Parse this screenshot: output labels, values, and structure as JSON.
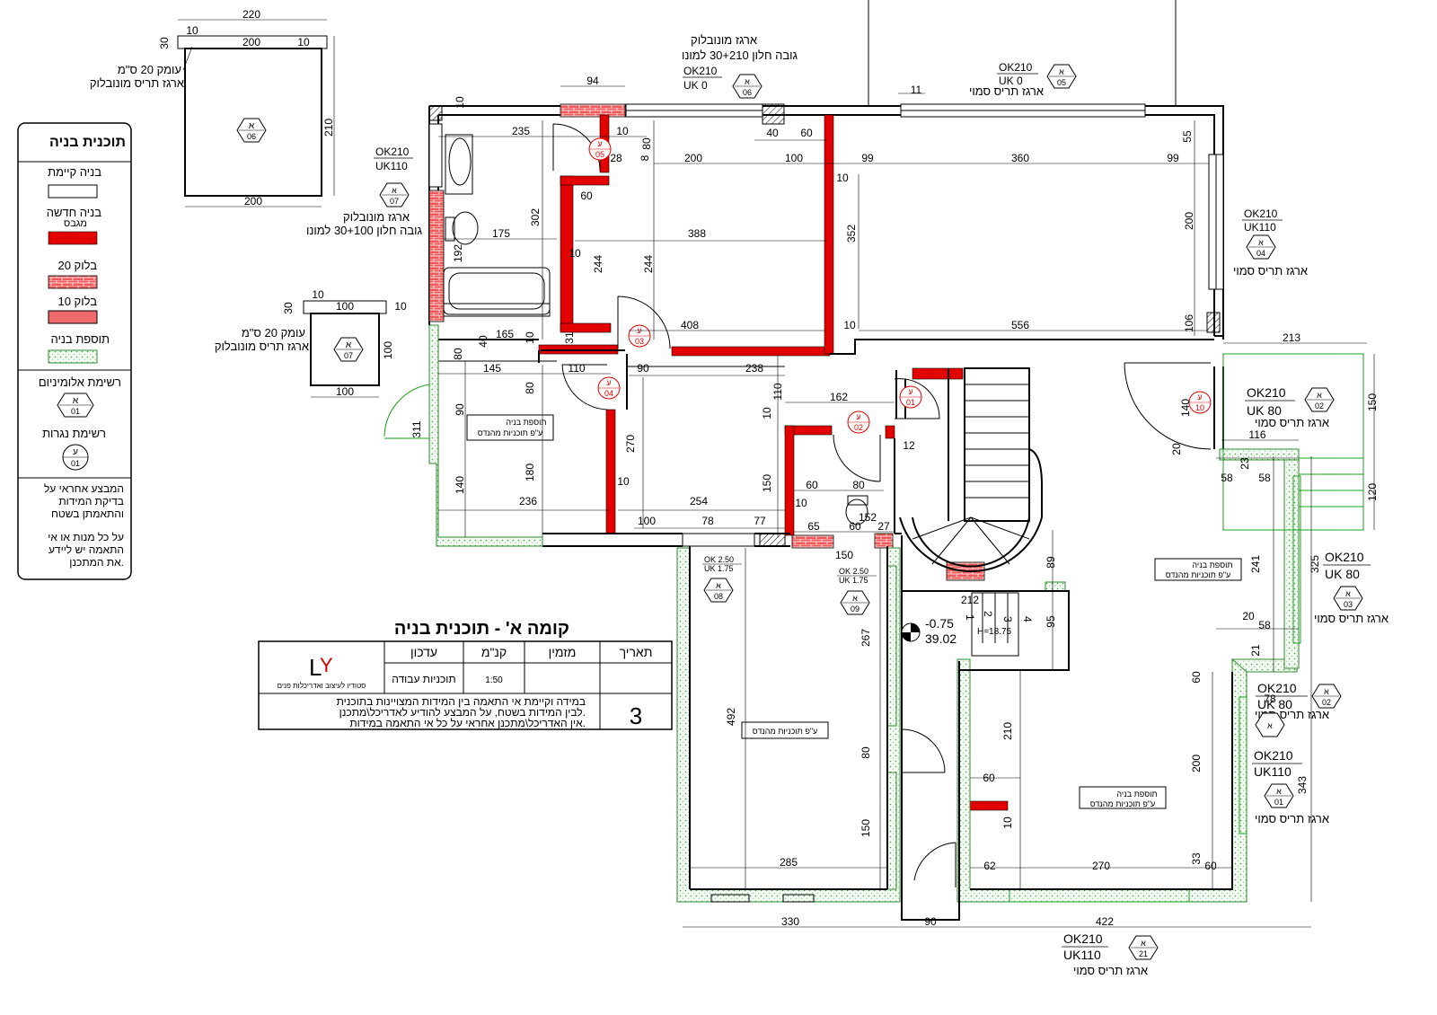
{
  "legend": {
    "title": "תוכנית בניה",
    "items": [
      {
        "label": "בניה קיימת",
        "swatch": "existing"
      },
      {
        "label": "בניה חדשה\nמגבס",
        "swatch": "new"
      },
      {
        "label": "בלוק 20",
        "swatch": "block20"
      },
      {
        "label": "בלוק 10",
        "swatch": "block10"
      },
      {
        "label": "תוספת בניה",
        "swatch": "addition"
      }
    ],
    "aluminum_list": "רשימת אלומיניום",
    "aluminum_tag": {
      "a": "א",
      "b": "01"
    },
    "carpentry_list": "רשימת נגרות",
    "carpentry_tag": {
      "a": "ע",
      "b": "01"
    },
    "note1": [
      "המבצע אחראי על",
      "בדיקת המידות",
      "והתאמתן בשטח"
    ],
    "note2": [
      "על כל מנות או אי",
      "התאמה יש ליידע",
      "את המתכנן."
    ]
  },
  "title_block": {
    "heading": "קומה א' - תוכנית בניה",
    "headers": [
      "תאריך",
      "מזמין",
      "קנ\"מ",
      "עדכון"
    ],
    "row": {
      "scale": "1:50",
      "update": "תוכניות עבודה"
    },
    "notice": [
      "במידה וקיימת אי התאמה בין המידות המצויינות בתוכנית",
      "לבין המידות בשטח, על המבצע להודיע לאדריכל\\מתכנן.",
      "אין האדריכל\\מתכנן אחראי על כל אי התאמה במידות."
    ],
    "sheet_number": "3",
    "logo_caption": "סטודיו לעיצוב ואדריכלות פנים"
  },
  "detail06": {
    "tag": {
      "a": "א",
      "b": "06"
    },
    "dims": {
      "w": "220",
      "inner": "200",
      "l": "10",
      "r": "10",
      "d": "30",
      "h": "210",
      "bottom": "200"
    },
    "note": [
      "עומק 20 ס\"מ",
      "ארגז תריס מונובלוק"
    ]
  },
  "detail07": {
    "tag": {
      "a": "א",
      "b": "07"
    },
    "dims": {
      "l": "10",
      "inner": "100",
      "r": "10",
      "d": "30",
      "h": "100",
      "bottom": "100"
    },
    "note": [
      "עומק 20 ס\"מ",
      "ארגז תריס מונובלוק"
    ]
  },
  "windows": [
    {
      "id": "w06",
      "ok": "OK210",
      "uk": "UK 0",
      "tag": {
        "a": "א",
        "b": "06"
      },
      "note": [
        "ארגז מונובלוק",
        "גובה חלון 30+210 למונו"
      ]
    },
    {
      "id": "w05",
      "ok": "OK210",
      "uk": "UK 0",
      "tag": {
        "a": "א",
        "b": "05"
      },
      "note": [
        "ארגז תריס סמוי"
      ]
    },
    {
      "id": "w07",
      "ok": "OK210",
      "uk": "UK110",
      "tag": {
        "a": "א",
        "b": "07"
      },
      "note": [
        "ארגז מונובלוק",
        "גובה חלון 30+100 למונו"
      ]
    },
    {
      "id": "w04",
      "ok": "OK210",
      "uk": "UK110",
      "tag": {
        "a": "א",
        "b": "04"
      },
      "note": [
        "ארגז תריס סמוי"
      ]
    },
    {
      "id": "w02a",
      "ok": "OK210",
      "uk": "UK 80",
      "tag": {
        "a": "א",
        "b": "02"
      },
      "note": [
        "ארגז תריס סמוי"
      ]
    },
    {
      "id": "w03",
      "ok": "OK210",
      "uk": "UK 80",
      "tag": {
        "a": "א",
        "b": "03"
      },
      "note": [
        "ארגז תריס סמוי"
      ]
    },
    {
      "id": "w02b",
      "ok": "OK210",
      "uk": "UK 80",
      "tag": {
        "a": "א",
        "b": "02"
      },
      "note": [
        "ארגז תריס סמוי"
      ]
    },
    {
      "id": "w01",
      "ok": "OK210",
      "uk": "UK110",
      "tag": {
        "a": "א",
        "b": "01"
      },
      "note": [
        "ארגז תריס סמוי"
      ]
    },
    {
      "id": "w21",
      "ok": "OK210",
      "uk": "UK110",
      "tag": {
        "a": "א",
        "b": "21"
      },
      "note": [
        "ארגז תריס סמוי"
      ]
    },
    {
      "id": "w08",
      "ok": "OK 2.50",
      "uk": "UK 1.75",
      "tag": {
        "a": "א",
        "b": "08"
      },
      "note": []
    },
    {
      "id": "w09",
      "ok": "OK 2.50",
      "uk": "UK 1.75",
      "tag": {
        "a": "א",
        "b": "09"
      },
      "note": []
    }
  ],
  "doors": [
    {
      "a": "ע",
      "b": "05"
    },
    {
      "a": "ע",
      "b": "03"
    },
    {
      "a": "ע",
      "b": "04"
    },
    {
      "a": "ע",
      "b": "02"
    },
    {
      "a": "ע",
      "b": "01"
    },
    {
      "a": "ע",
      "b": "10"
    }
  ],
  "notes": {
    "addition": "תוספת בניה",
    "per_engineer": "ע\"פ תוכניות מהנדס",
    "level_minus": "-0.75",
    "level_abs": "39.02",
    "stair_steps": [
      "1",
      "2",
      "3",
      "4"
    ],
    "stair_h": "H=18.75"
  },
  "dims": {
    "top": [
      "94",
      "11",
      "235",
      "10",
      "40",
      "60",
      "80",
      "8",
      "200",
      "100",
      "99",
      "360",
      "99",
      "55",
      "10",
      "28"
    ],
    "mid": [
      "175",
      "388",
      "302",
      "244",
      "244",
      "352",
      "192",
      "60",
      "10",
      "10",
      "200",
      "408",
      "10",
      "556",
      "106",
      "165",
      "40",
      "10",
      "31",
      "145",
      "110",
      "90",
      "238",
      "80",
      "80",
      "110",
      "162",
      "213",
      "150",
      "140",
      "20",
      "116",
      "90",
      "311",
      "270",
      "10",
      "12",
      "60",
      "80",
      "180",
      "140",
      "150",
      "236",
      "10",
      "254",
      "10",
      "100",
      "78",
      "77",
      "65",
      "152",
      "27",
      "60",
      "150",
      "89",
      "95",
      "212",
      "58",
      "58",
      "23",
      "120",
      "241",
      "325",
      "20",
      "58",
      "21",
      "78"
    ],
    "low": [
      "267",
      "492",
      "80",
      "210",
      "60",
      "10",
      "200",
      "60",
      "343",
      "150",
      "285",
      "62",
      "270",
      "33",
      "60",
      "330",
      "90",
      "422",
      "100"
    ]
  }
}
